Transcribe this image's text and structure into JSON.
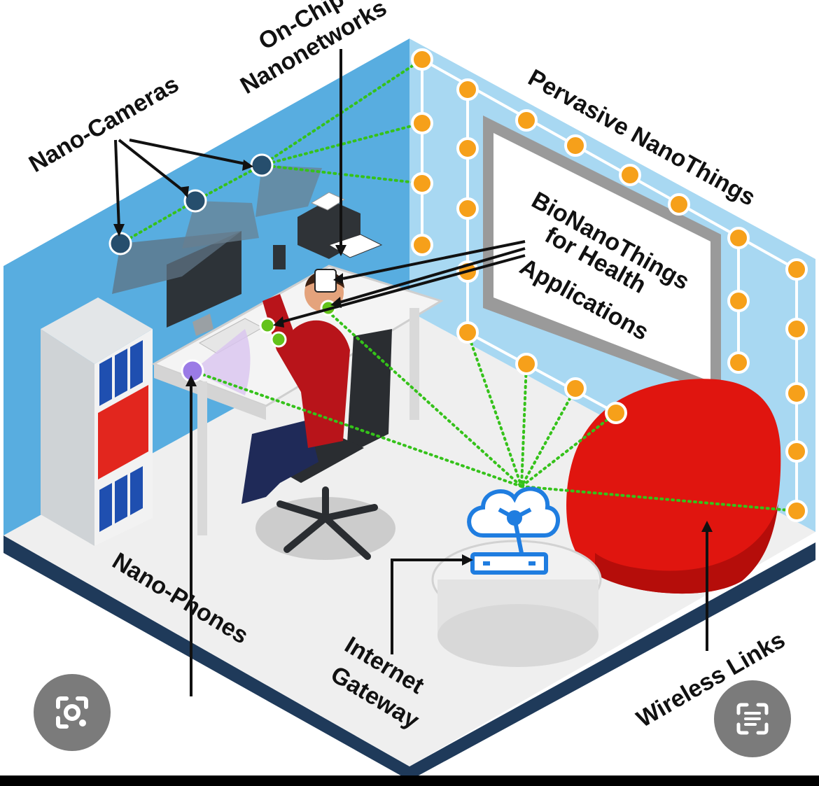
{
  "labels": {
    "nano_cameras": "Nano-Cameras",
    "on_chip_line1": "On-Chip",
    "on_chip_line2": "Nanonetworks",
    "pervasive": "Pervasive NanoThings",
    "bio_line1": "BioNanoThings",
    "bio_line2": "for Health",
    "bio_line3": "Applications",
    "nano_phones": "Nano-Phones",
    "gateway_line1": "Internet",
    "gateway_line2": "Gateway",
    "wireless_links": "Wireless Links"
  },
  "icons": {
    "lens": "google-lens-icon",
    "text_select": "text-select-icon"
  },
  "colors": {
    "wall_blue": "#5aaee0",
    "wall_light": "#a9d8f2",
    "floor": "#eeeeee",
    "node_orange": "#f6a01a",
    "link_green": "#35c21a",
    "chair_red": "#e0150f",
    "gateway_blue": "#1f7de0"
  }
}
